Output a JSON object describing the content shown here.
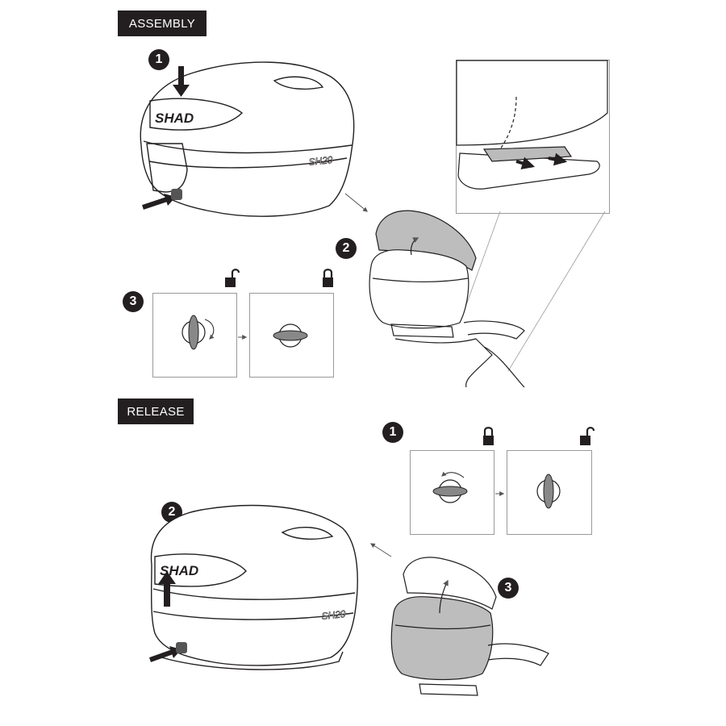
{
  "sections": {
    "assembly": {
      "label": "ASSEMBLY",
      "steps": [
        "1",
        "2",
        "3"
      ]
    },
    "release": {
      "label": "RELEASE",
      "steps": [
        "1",
        "2",
        "3"
      ]
    }
  },
  "brand": {
    "logo": "SHAD",
    "model": "SH29"
  },
  "icons": {
    "locked": "padlock-closed-icon",
    "unlocked": "padlock-open-icon"
  },
  "colors": {
    "ink": "#231f20",
    "shade": "#b8b8b8"
  }
}
